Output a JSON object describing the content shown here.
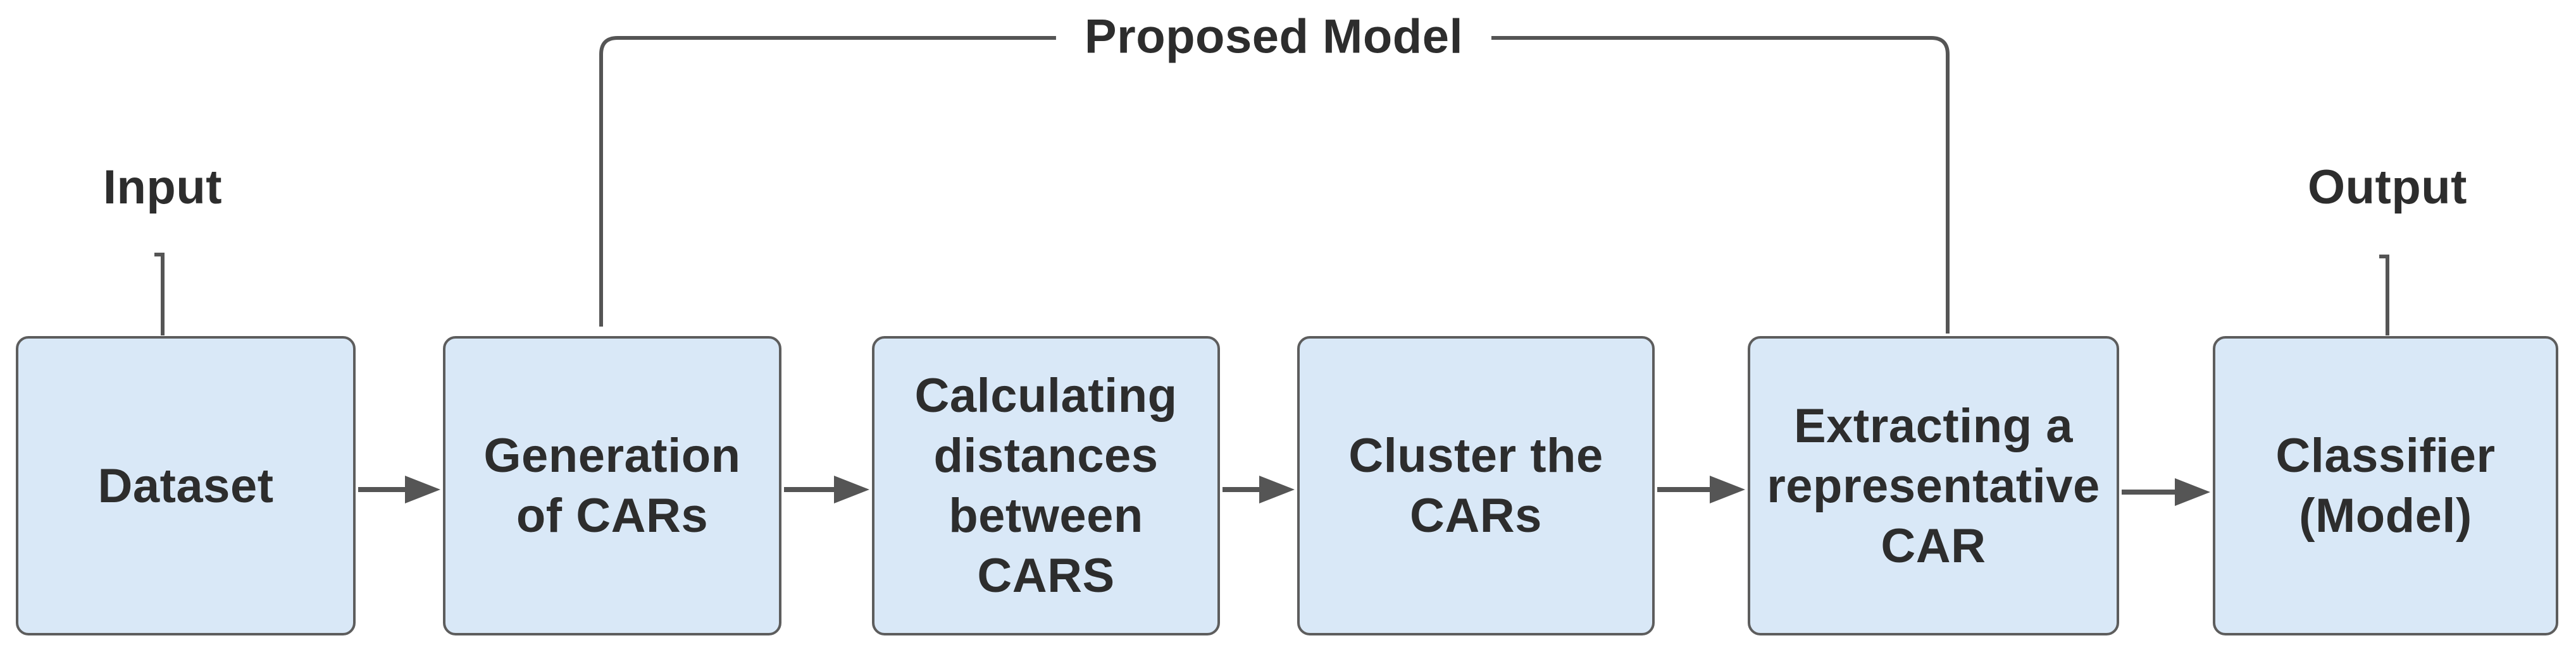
{
  "diagram": {
    "title": "Proposed Model",
    "input_label": "Input",
    "output_label": "Output",
    "boxes": [
      {
        "id": "dataset",
        "label": "Dataset"
      },
      {
        "id": "generation-of-cars",
        "label": "Generation\nof CARs"
      },
      {
        "id": "calculating-distances",
        "label": "Calculating\ndistances\nbetween\nCARS"
      },
      {
        "id": "cluster-the-cars",
        "label": "Cluster the\nCARs"
      },
      {
        "id": "extracting-representative-car",
        "label": "Extracting a\nrepresentative\nCAR"
      },
      {
        "id": "classifier-model",
        "label": "Classifier\n(Model)"
      }
    ],
    "colors": {
      "box_fill": "#d9e8f7",
      "box_border": "#5d5d5d",
      "connector": "#555555",
      "text": "#2d2d2d",
      "background": "#ffffff"
    }
  }
}
